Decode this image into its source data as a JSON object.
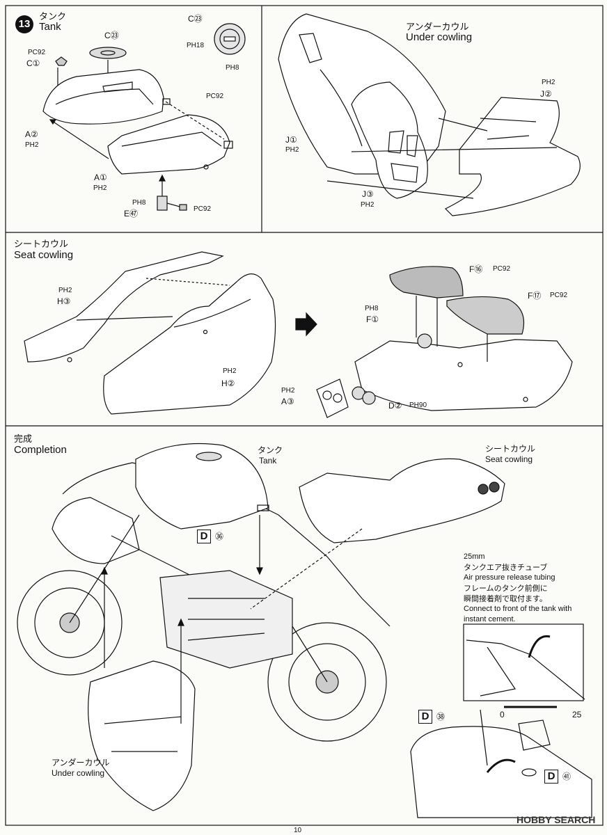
{
  "step": {
    "number": "13",
    "title_jp": "タンク",
    "title_en": "Tank"
  },
  "sections": {
    "under_cowling": {
      "title_jp": "アンダーカウル",
      "title_en": "Under cowling"
    },
    "seat_cowling": {
      "title_jp": "シートカウル",
      "title_en": "Seat cowling"
    },
    "completion": {
      "title_jp": "完成",
      "title_en": "Completion"
    }
  },
  "tank_labels": {
    "c23_top": "C㉓",
    "c23_left": "C㉓",
    "ph18": "PH18",
    "ph8": "PH8",
    "pc92_a": "PC92",
    "c1": "C①",
    "a2": "A②",
    "ph2_a": "PH2",
    "pc92_b": "PC92",
    "a1": "A①",
    "ph2_b": "PH2",
    "ph8_b": "PH8",
    "e47": "E㊼",
    "pc92_c": "PC92"
  },
  "undercowl_labels": {
    "ph2_a": "PH2",
    "j2": "J②",
    "j1": "J①",
    "ph2_b": "PH2",
    "j3": "J③",
    "ph2_c": "PH2"
  },
  "seat_labels": {
    "ph2_a": "PH2",
    "h3": "H③",
    "ph2_b": "PH2",
    "h2": "H②",
    "f16": "F⑯",
    "pc92_a": "PC92",
    "f17": "F⑰",
    "pc92_b": "PC92",
    "ph8": "PH8",
    "f1": "F①",
    "ph2_c": "PH2",
    "a3": "A③",
    "d2": "D②",
    "ph90": "PH90"
  },
  "completion_labels": {
    "tank_jp": "タンク",
    "tank_en": "Tank",
    "seat_jp": "シートカウル",
    "seat_en": "Seat cowling",
    "under_jp": "アンダーカウル",
    "under_en": "Under cowling",
    "d36": "㊱",
    "d38": "㊳",
    "d41": "㊶",
    "d": "D"
  },
  "instruction": {
    "length": "25mm",
    "line1_jp": "タンクエア抜きチューブ",
    "line1_en": "Air pressure release tubing",
    "line2_jp": "フレームのタンク前側に",
    "line3_jp": "瞬間接着剤で取付ます。",
    "line2_en": "Connect to front of the tank with",
    "line3_en": "instant cement."
  },
  "scale": {
    "min": "0",
    "max": "25"
  },
  "page_number": "10",
  "watermark": "HOBBY SEARCH"
}
